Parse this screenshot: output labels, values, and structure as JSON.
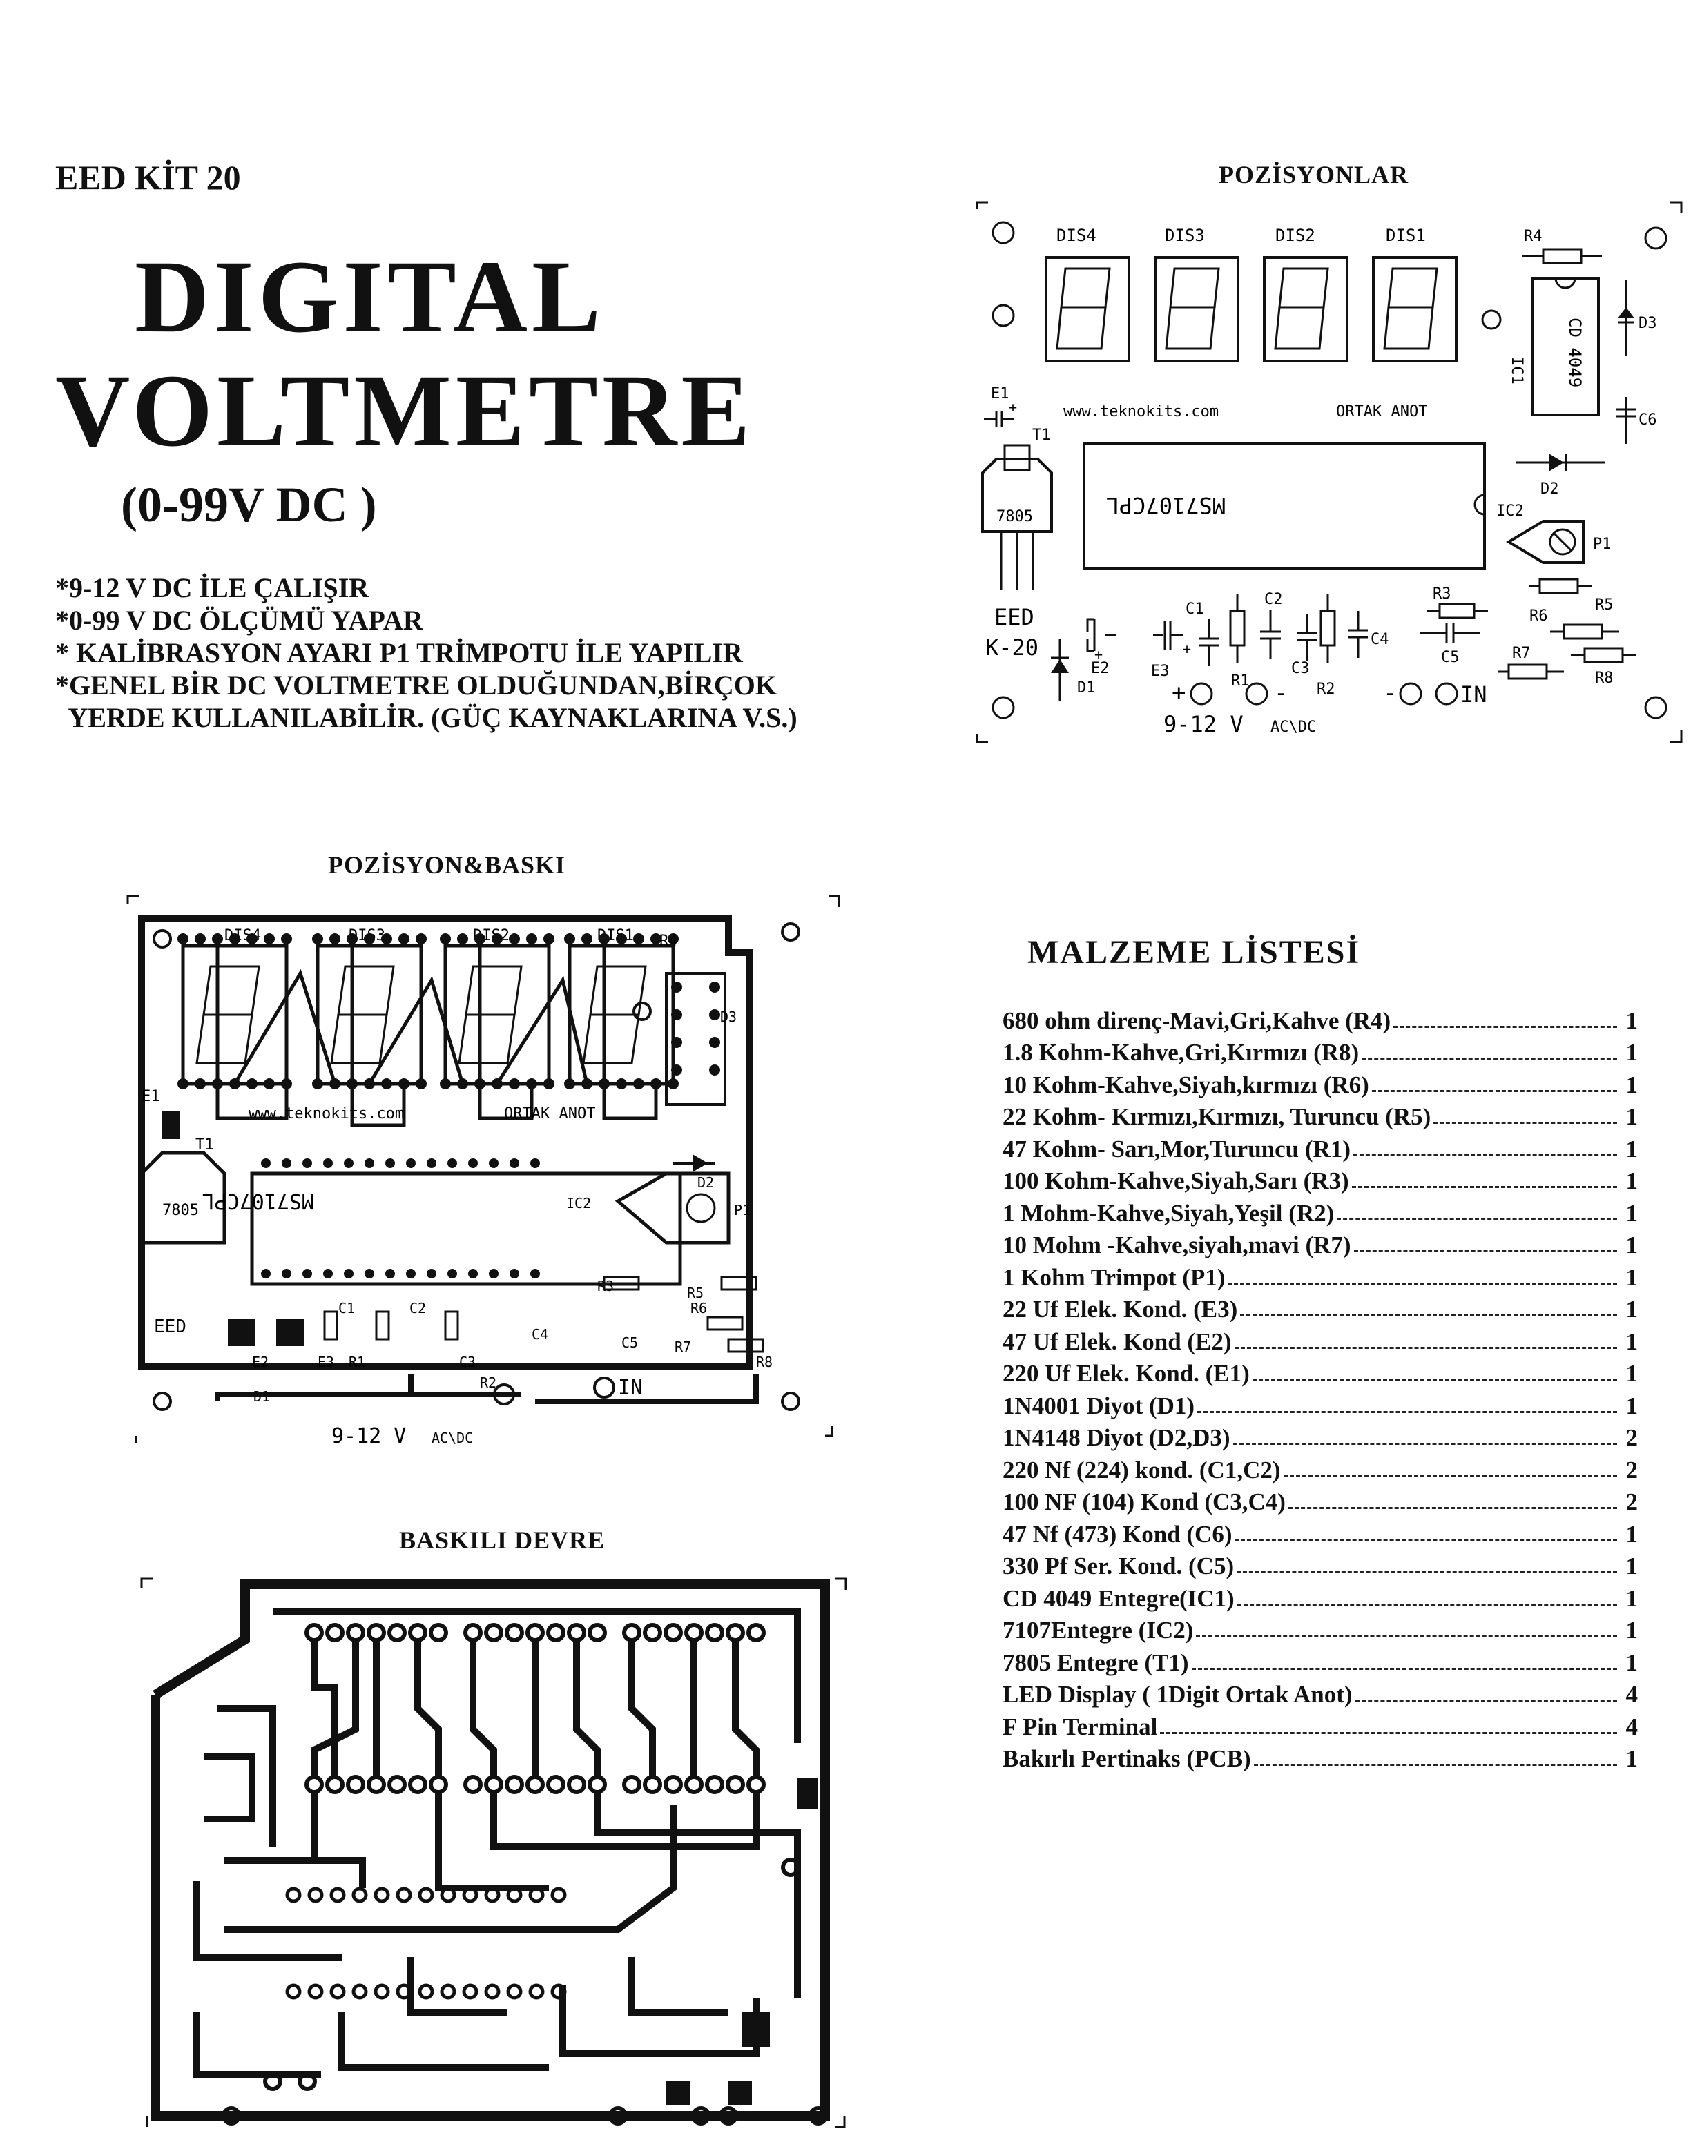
{
  "header": {
    "kit_code": "EED KİT 20",
    "title_line1": "DIGITAL",
    "title_line2": "VOLTMETRE",
    "range": "(0-99V DC )"
  },
  "features": [
    "*9-12 V DC İLE ÇALIŞIR",
    "*0-99 V DC ÖLÇÜMÜ YAPAR",
    "* KALİBRASYON AYARI P1 TRİMPOTU İLE YAPILIR",
    "*GENEL BİR DC VOLTMETRE OLDUĞUNDAN,BİRÇOK",
    "  YERDE KULLANILABİLİR. (GÜÇ KAYNAKLARINA V.S.)"
  ],
  "sections": {
    "positions": "POZİSYONLAR",
    "position_print": "POZİSYON&BASKI",
    "printed_circuit": "BASKILI DEVRE",
    "parts_list": "MALZEME LİSTESİ"
  },
  "board": {
    "displays": [
      "DIS4",
      "DIS3",
      "DIS2",
      "DIS1"
    ],
    "website": "www.teknokits.com",
    "common_anode": "ORTAK ANOT",
    "ic1_label": "IC1",
    "ic1_part": "CD 4049",
    "ic2_label": "IC2",
    "ic2_part": "MS7107CPL",
    "t1_label": "T1",
    "t1_part": "7805",
    "brand": "EED",
    "model": "K-20",
    "supply": "9-12 V",
    "acdc": "AC\\DC",
    "input_label": "IN",
    "labels": {
      "E1": "E1",
      "E2": "E2",
      "E3": "E3",
      "C1": "C1",
      "C2": "C2",
      "C3": "C3",
      "C4": "C4",
      "C5": "C5",
      "C6": "C6",
      "R1": "R1",
      "R2": "R2",
      "R3": "R3",
      "R4": "R4",
      "R5": "R5",
      "R6": "R6",
      "R7": "R7",
      "R8": "R8",
      "D1": "D1",
      "D2": "D2",
      "D3": "D3",
      "P1": "P1"
    }
  },
  "parts": [
    {
      "name": "680 ohm direnç-Mavi,Gri,Kahve (R4)",
      "qty": "1"
    },
    {
      "name": "1.8 Kohm-Kahve,Gri,Kırmızı (R8)",
      "qty": "1"
    },
    {
      "name": "10 Kohm-Kahve,Siyah,kırmızı (R6)",
      "qty": "1"
    },
    {
      "name": "22 Kohm- Kırmızı,Kırmızı, Turuncu (R5)",
      "qty": "1"
    },
    {
      "name": "47 Kohm- Sarı,Mor,Turuncu (R1)",
      "qty": "1"
    },
    {
      "name": "100 Kohm-Kahve,Siyah,Sarı (R3)",
      "qty": "1"
    },
    {
      "name": "1 Mohm-Kahve,Siyah,Yeşil (R2)",
      "qty": "1"
    },
    {
      "name": "10 Mohm -Kahve,siyah,mavi (R7)",
      "qty": "1"
    },
    {
      "name": "1 Kohm Trimpot (P1)",
      "qty": "1"
    },
    {
      "name": "22 Uf Elek. Kond. (E3)",
      "qty": "1"
    },
    {
      "name": "47 Uf Elek. Kond (E2)",
      "qty": "1"
    },
    {
      "name": "220 Uf Elek. Kond. (E1)",
      "qty": "1"
    },
    {
      "name": "1N4001 Diyot (D1)",
      "qty": "1"
    },
    {
      "name": "1N4148 Diyot (D2,D3)",
      "qty": "2"
    },
    {
      "name": "220 Nf (224) kond. (C1,C2)",
      "qty": "2"
    },
    {
      "name": "100 NF (104) Kond (C3,C4)",
      "qty": "2"
    },
    {
      "name": "47 Nf (473) Kond (C6)",
      "qty": "1"
    },
    {
      "name": "330 Pf Ser. Kond. (C5)",
      "qty": "1"
    },
    {
      "name": "CD 4049  Entegre(IC1)",
      "qty": "1"
    },
    {
      "name": "7107Entegre (IC2)",
      "qty": "1"
    },
    {
      "name": "7805 Entegre (T1)",
      "qty": "1"
    },
    {
      "name": "LED Display ( 1Digit Ortak Anot)",
      "qty": "4"
    },
    {
      "name": "F Pin Terminal",
      "qty": "4"
    },
    {
      "name": "Bakırlı Pertinaks (PCB)",
      "qty": "1"
    }
  ]
}
